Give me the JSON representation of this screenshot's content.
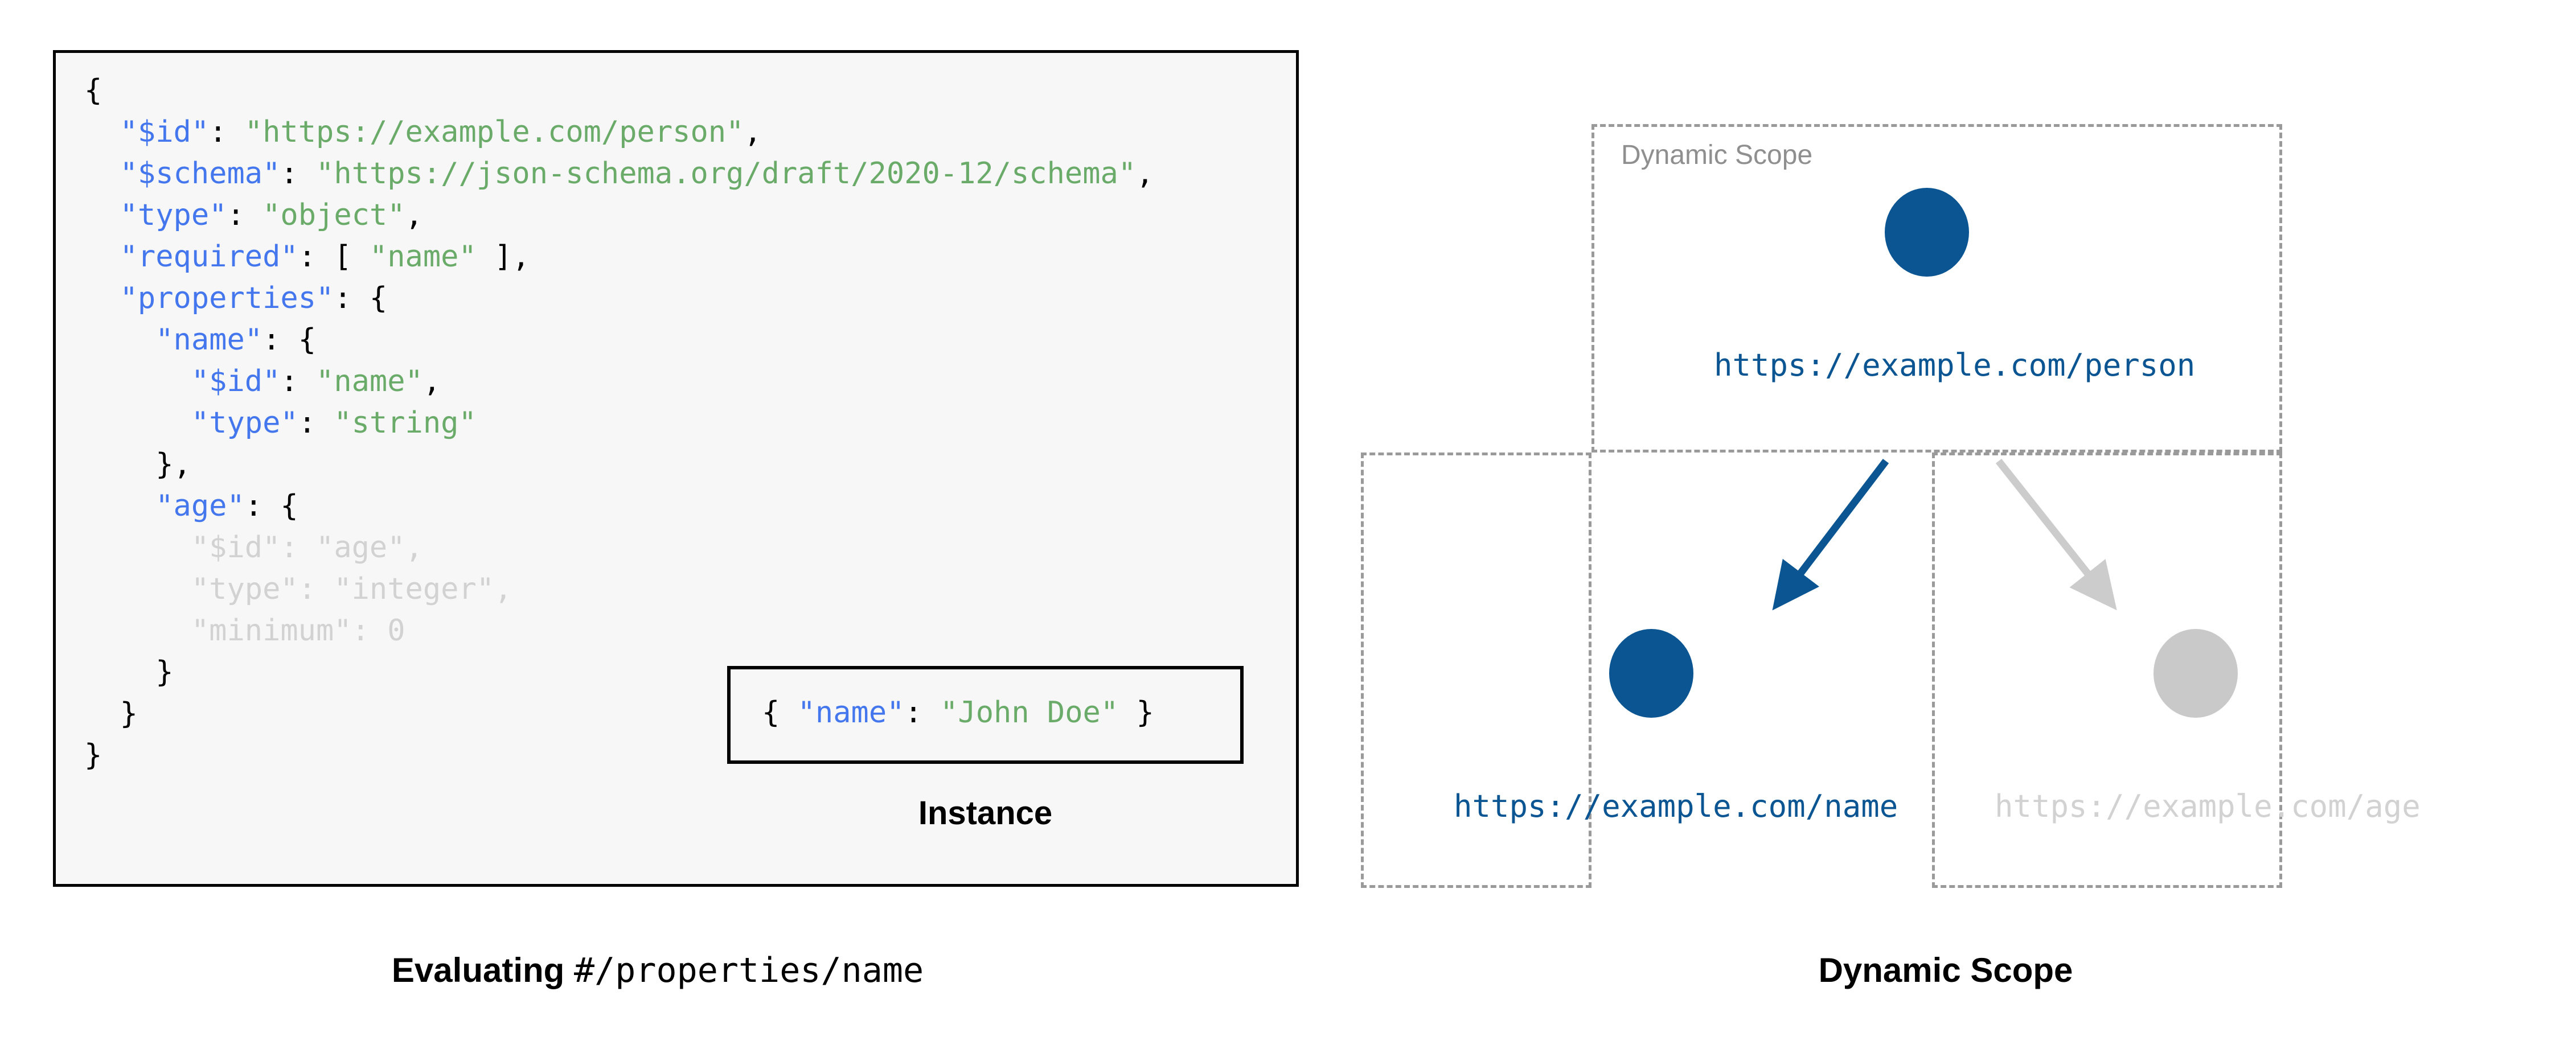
{
  "left_panel": {
    "schema_lines": [
      [
        {
          "t": "{",
          "c": "p"
        }
      ],
      [
        {
          "t": "  ",
          "c": "p"
        },
        {
          "t": "\"$id\"",
          "c": "k"
        },
        {
          "t": ": ",
          "c": "p"
        },
        {
          "t": "\"https://example.com/person\"",
          "c": "s"
        },
        {
          "t": ",",
          "c": "p"
        }
      ],
      [
        {
          "t": "  ",
          "c": "p"
        },
        {
          "t": "\"$schema\"",
          "c": "k"
        },
        {
          "t": ": ",
          "c": "p"
        },
        {
          "t": "\"https://json-schema.org/draft/2020-12/schema\"",
          "c": "s"
        },
        {
          "t": ",",
          "c": "p"
        }
      ],
      [
        {
          "t": "  ",
          "c": "p"
        },
        {
          "t": "\"type\"",
          "c": "k"
        },
        {
          "t": ": ",
          "c": "p"
        },
        {
          "t": "\"object\"",
          "c": "s"
        },
        {
          "t": ",",
          "c": "p"
        }
      ],
      [
        {
          "t": "  ",
          "c": "p"
        },
        {
          "t": "\"required\"",
          "c": "k"
        },
        {
          "t": ": [ ",
          "c": "p"
        },
        {
          "t": "\"name\"",
          "c": "s"
        },
        {
          "t": " ],",
          "c": "p"
        }
      ],
      [
        {
          "t": "  ",
          "c": "p"
        },
        {
          "t": "\"properties\"",
          "c": "k"
        },
        {
          "t": ": {",
          "c": "p"
        }
      ],
      [
        {
          "t": "    ",
          "c": "p"
        },
        {
          "t": "\"name\"",
          "c": "k"
        },
        {
          "t": ": {",
          "c": "p"
        }
      ],
      [
        {
          "t": "      ",
          "c": "p"
        },
        {
          "t": "\"$id\"",
          "c": "k"
        },
        {
          "t": ": ",
          "c": "p"
        },
        {
          "t": "\"name\"",
          "c": "s"
        },
        {
          "t": ",",
          "c": "p"
        }
      ],
      [
        {
          "t": "      ",
          "c": "p"
        },
        {
          "t": "\"type\"",
          "c": "k"
        },
        {
          "t": ": ",
          "c": "p"
        },
        {
          "t": "\"string\"",
          "c": "s"
        }
      ],
      [
        {
          "t": "    },",
          "c": "p"
        }
      ],
      [
        {
          "t": "    ",
          "c": "p"
        },
        {
          "t": "\"age\"",
          "c": "k"
        },
        {
          "t": ": {",
          "c": "p"
        }
      ],
      [
        {
          "t": "      ",
          "c": "dim-p"
        },
        {
          "t": "\"$id\"",
          "c": "dim-k"
        },
        {
          "t": ": ",
          "c": "dim-p"
        },
        {
          "t": "\"age\"",
          "c": "dim-s"
        },
        {
          "t": ",",
          "c": "dim-p"
        }
      ],
      [
        {
          "t": "      ",
          "c": "dim-p"
        },
        {
          "t": "\"type\"",
          "c": "dim-k"
        },
        {
          "t": ": ",
          "c": "dim-p"
        },
        {
          "t": "\"integer\"",
          "c": "dim-s"
        },
        {
          "t": ",",
          "c": "dim-p"
        }
      ],
      [
        {
          "t": "      ",
          "c": "dim-p"
        },
        {
          "t": "\"minimum\"",
          "c": "dim-k"
        },
        {
          "t": ": ",
          "c": "dim-p"
        },
        {
          "t": "0",
          "c": "dim-n"
        }
      ],
      [
        {
          "t": "    }",
          "c": "p"
        }
      ],
      [
        {
          "t": "  }",
          "c": "p"
        }
      ],
      [
        {
          "t": "}",
          "c": "p"
        }
      ]
    ],
    "instance_line": [
      {
        "t": "{ ",
        "c": "p"
      },
      {
        "t": "\"name\"",
        "c": "k"
      },
      {
        "t": ": ",
        "c": "p"
      },
      {
        "t": "\"John Doe\"",
        "c": "s"
      },
      {
        "t": " }",
        "c": "p"
      }
    ],
    "instance_caption": "Instance",
    "caption_prefix": "Evaluating ",
    "caption_pointer": "#/properties/name"
  },
  "right_panel": {
    "scope_label": "Dynamic Scope",
    "caption": "Dynamic Scope",
    "nodes": [
      {
        "id": "person",
        "label": "https://example.com/person",
        "state": "active",
        "color": "#0b5592"
      },
      {
        "id": "name",
        "label": "https://example.com/name",
        "state": "active",
        "color": "#0b5592"
      },
      {
        "id": "age",
        "label": "https://example.com/age",
        "state": "dimmed",
        "color": "#c9c9c9"
      }
    ],
    "edges": [
      {
        "from": "person",
        "to": "name",
        "state": "active",
        "color": "#0b5592"
      },
      {
        "from": "person",
        "to": "age",
        "state": "dimmed",
        "color": "#cccccc"
      }
    ]
  },
  "colors": {
    "accent_blue": "#0b5592",
    "key_blue": "#4477ee",
    "string_green": "#6aab6a",
    "dim_gray": "#d2d2d2",
    "box_gray": "#9a9a9a",
    "label_gray": "#8f8f8f",
    "code_bg": "#f7f7f7",
    "border_black": "#000000"
  }
}
